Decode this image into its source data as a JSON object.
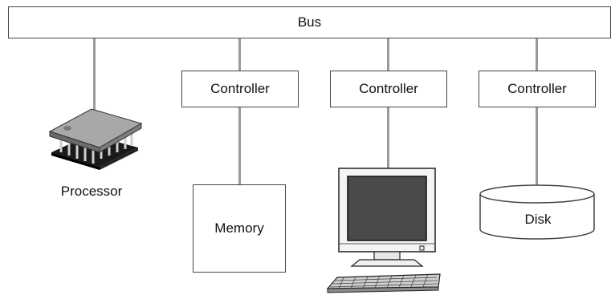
{
  "bus": {
    "label": "Bus"
  },
  "controllers": [
    {
      "label": "Controller"
    },
    {
      "label": "Controller"
    },
    {
      "label": "Controller"
    }
  ],
  "devices": {
    "processor": {
      "label": "Processor",
      "icon": "chip-icon"
    },
    "memory": {
      "label": "Memory"
    },
    "display": {
      "icon": "computer-monitor-icon",
      "keyboard_icon": "keyboard-icon"
    },
    "disk": {
      "label": "Disk",
      "icon": "disk-cylinder-icon"
    }
  },
  "colors": {
    "connector": "#9a9a9a",
    "border": "#444444",
    "screen": "#4a4a4a"
  }
}
